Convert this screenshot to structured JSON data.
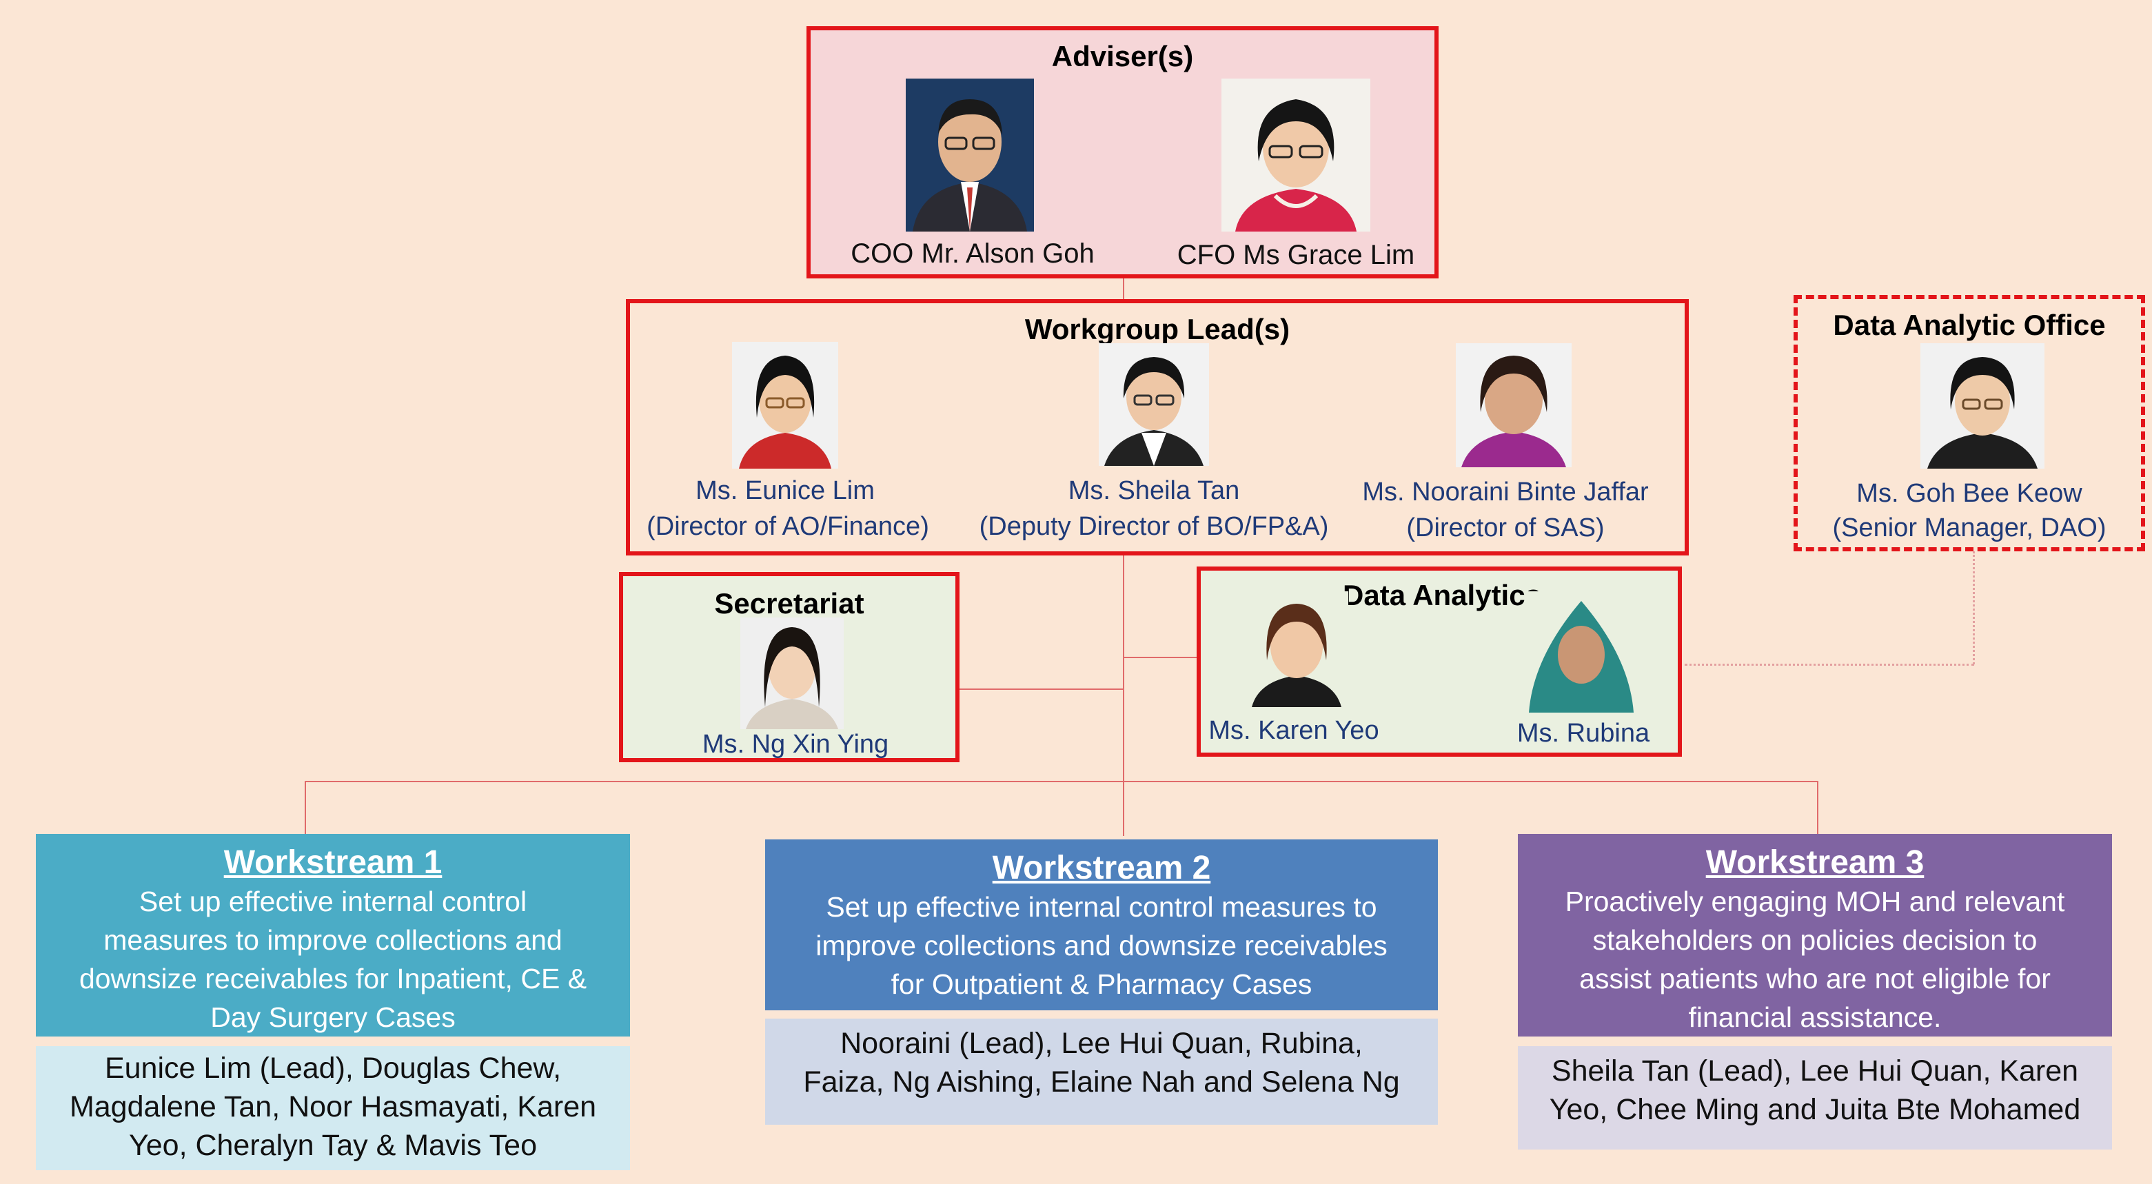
{
  "advisers": {
    "title": "Adviser(s)",
    "people": [
      {
        "name": "COO Mr. Alson Goh"
      },
      {
        "name": "CFO Ms Grace Lim"
      }
    ]
  },
  "workgroup": {
    "title": "Workgroup Lead(s)",
    "people": [
      {
        "name": "Ms. Eunice Lim",
        "role": "(Director of AO/Finance)"
      },
      {
        "name": "Ms. Sheila Tan",
        "role": "(Deputy Director of BO/FP&A)"
      },
      {
        "name": "Ms. Nooraini Binte Jaffar",
        "role": "(Director of SAS)"
      }
    ]
  },
  "dao": {
    "title": "Data Analytic Office",
    "name": "Ms. Goh Bee Keow",
    "role": "(Senior Manager, DAO)"
  },
  "secretariat": {
    "title": "Secretariat",
    "name": "Ms. Ng Xin Ying"
  },
  "data_analytics": {
    "title": "Data Analytics",
    "people": [
      {
        "name": "Ms. Karen Yeo"
      },
      {
        "name": "Ms. Rubina"
      }
    ]
  },
  "workstreams": [
    {
      "title": "Workstream 1",
      "desc": [
        "Set up effective internal control",
        "measures to improve collections and",
        "downsize receivables for Inpatient, CE &",
        "Day Surgery Cases"
      ],
      "members": [
        "Eunice Lim (Lead), Douglas Chew,",
        "Magdalene Tan, Noor Hasmayati, Karen",
        "Yeo, Cheralyn Tay & Mavis Teo"
      ]
    },
    {
      "title": "Workstream 2",
      "desc": [
        "Set up effective internal control measures to",
        "improve collections and downsize receivables",
        "for Outpatient & Pharmacy Cases"
      ],
      "members": [
        "Nooraini (Lead), Lee Hui Quan, Rubina,",
        "Faiza, Ng Aishing, Elaine Nah and Selena Ng"
      ]
    },
    {
      "title": "Workstream 3",
      "desc": [
        "Proactively engaging MOH and relevant",
        "stakeholders on policies decision to",
        "assist patients who are not eligible for",
        "financial assistance."
      ],
      "members": [
        "Sheila Tan (Lead), Lee Hui Quan, Karen",
        "Yeo, Chee Ming and Juita Bte Mohamed"
      ]
    }
  ],
  "colors": {
    "background": "#fbe6d5",
    "border_red": "#e3151a",
    "ws1_head": "#4bacc6",
    "ws1_body": "#d2eaf1",
    "ws2_head": "#4f81bd",
    "ws2_body": "#d0d8e8",
    "ws3_head": "#8064a2",
    "ws3_body": "#dcd8e6"
  }
}
